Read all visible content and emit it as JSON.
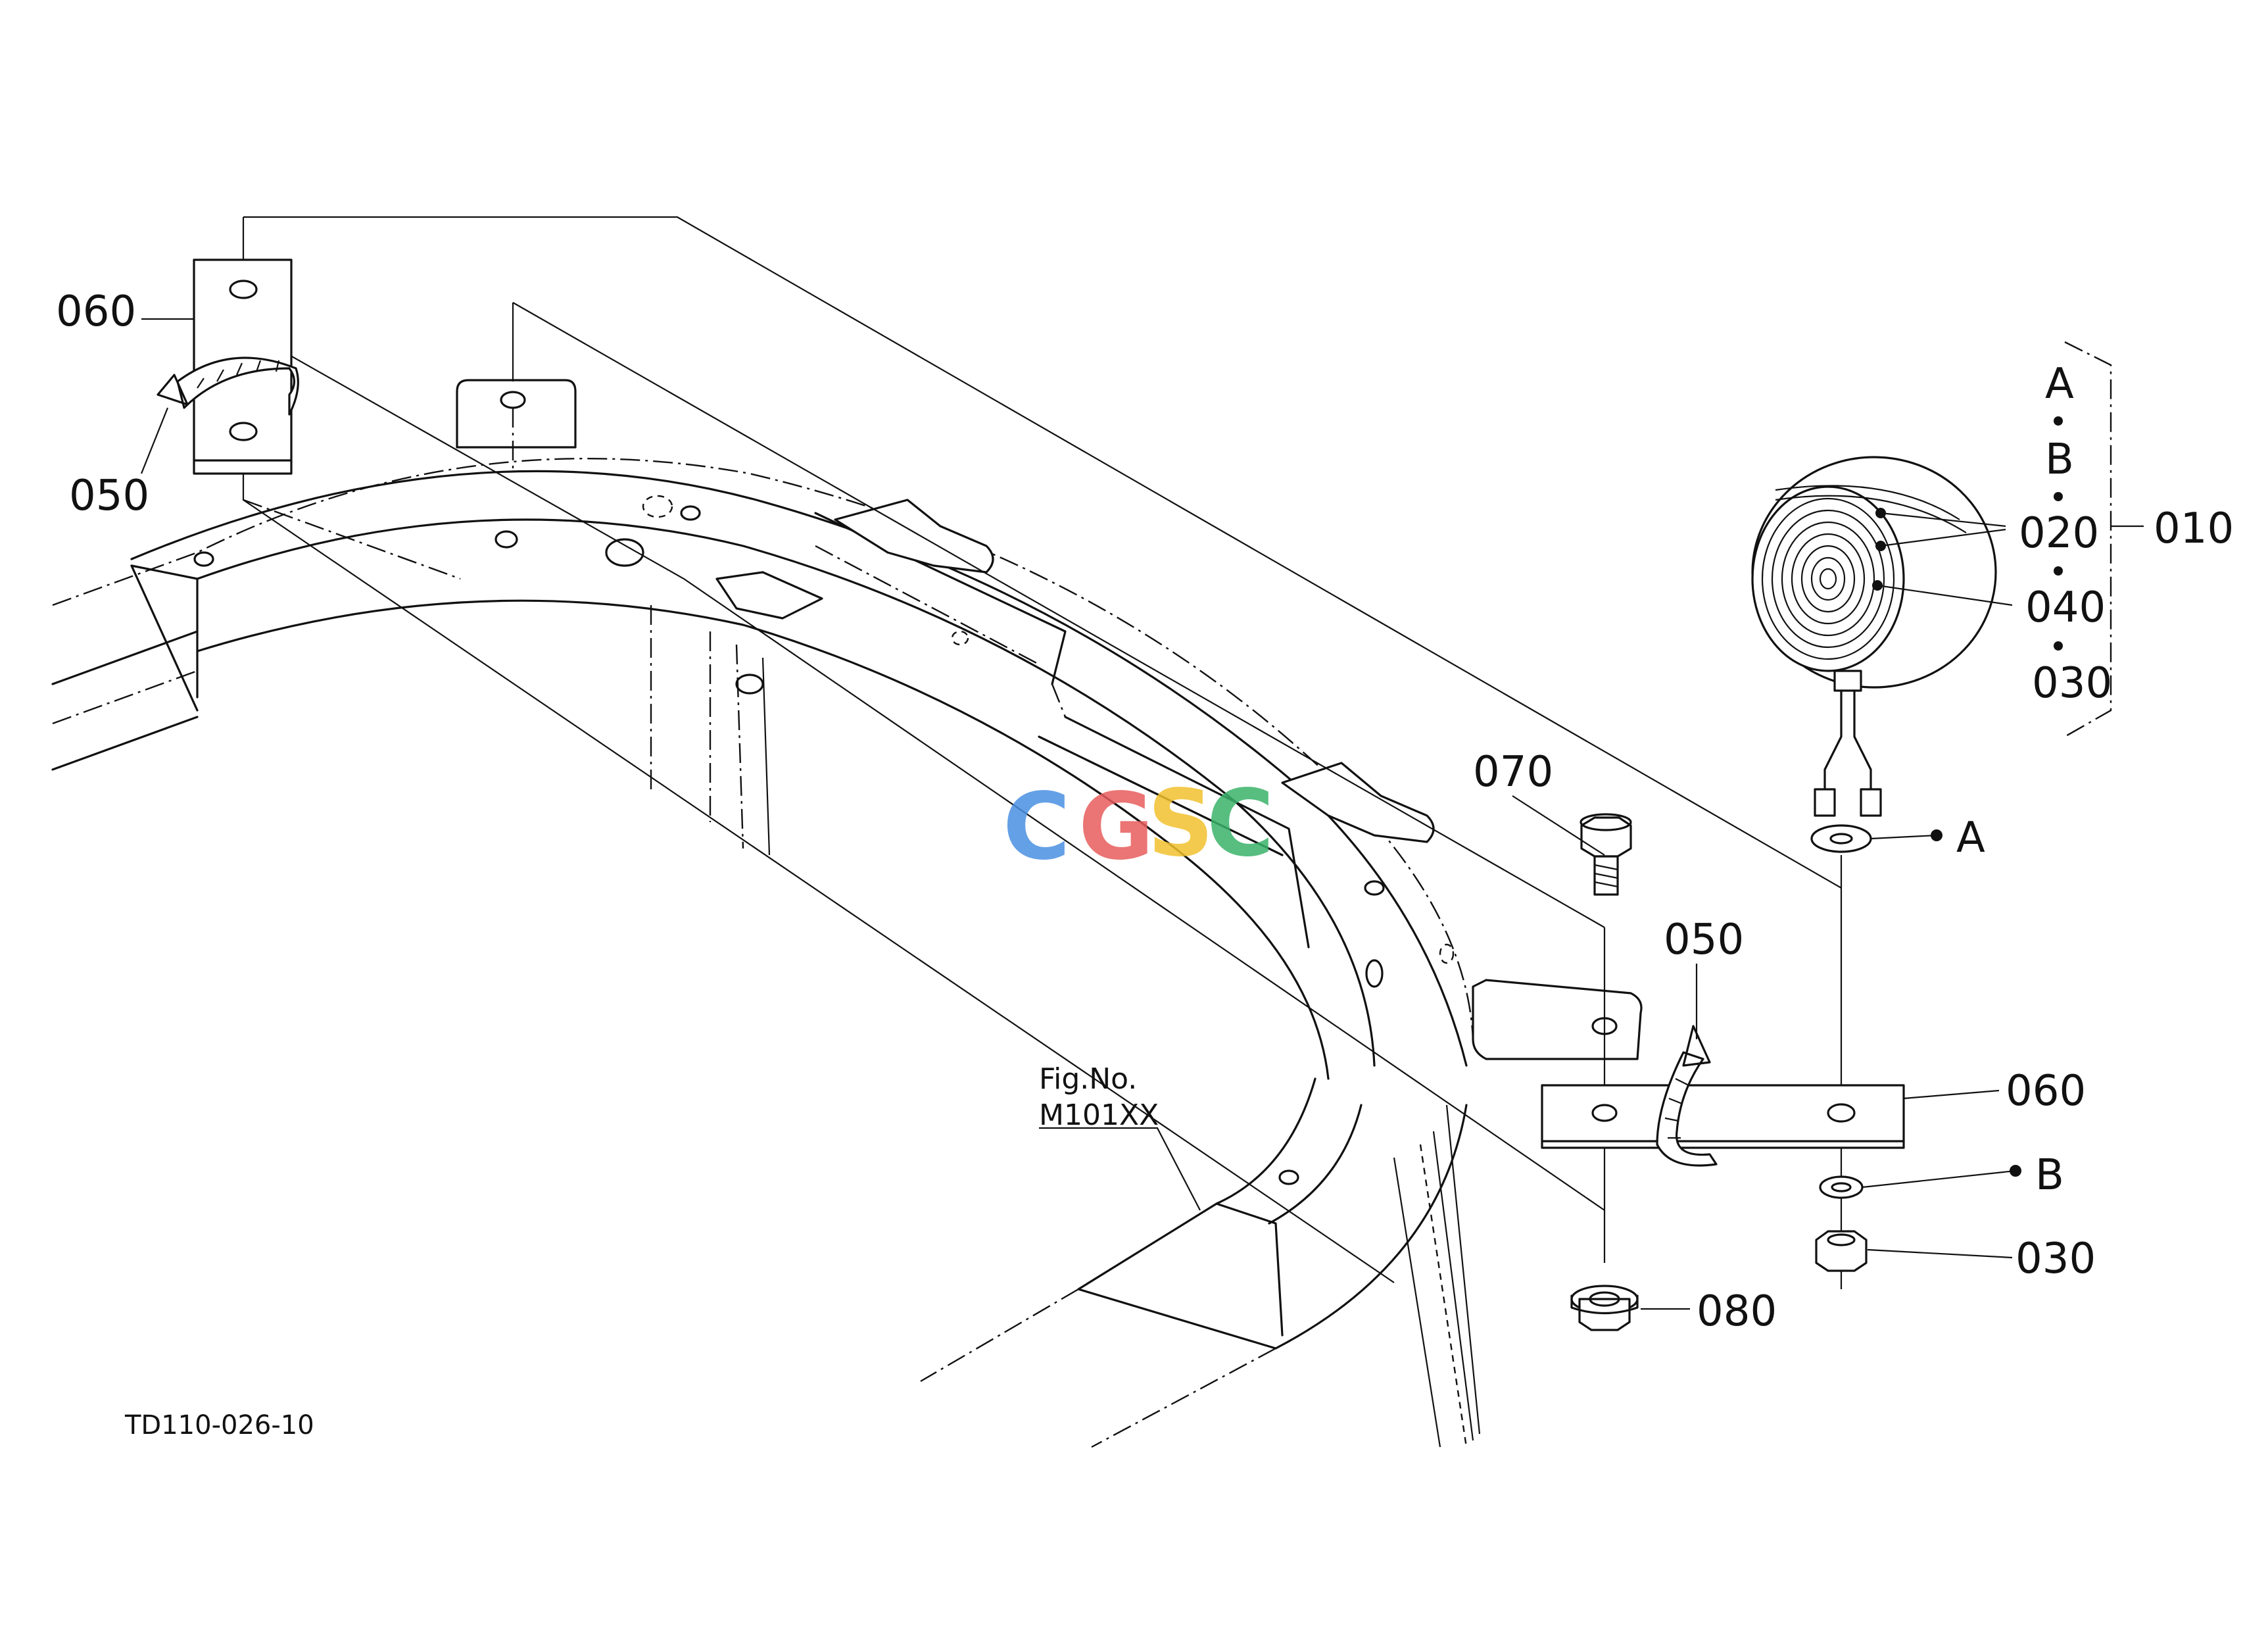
{
  "parts": {
    "p010": "010",
    "p020": "020",
    "p030_stack": "030",
    "p030": "030",
    "p040": "040",
    "p050_left": "050",
    "p050_right": "050",
    "p060_left": "060",
    "p060_right": "060",
    "p070": "070",
    "p080": "080"
  },
  "refs": {
    "a_stack": "A",
    "b_stack": "B",
    "a_washer": "A",
    "b_lockwasher": "B"
  },
  "figure_ref": {
    "line1": "Fig.No.",
    "line2": "M101XX"
  },
  "drawing_code": "TD110-026-10",
  "watermark": {
    "letters": [
      "C",
      "G",
      "S",
      "C"
    ],
    "colors": [
      "#4a90e2",
      "#e85c5c",
      "#f2c12e",
      "#3ab36b"
    ]
  }
}
